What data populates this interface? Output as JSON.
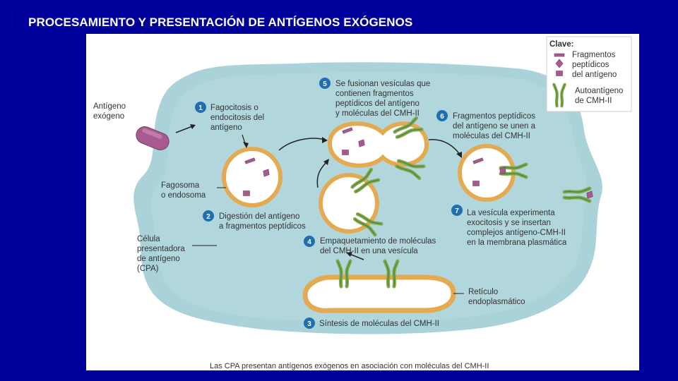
{
  "title": "PROCESAMIENTO Y PRESENTACIÓN DE ANTÍGENOS EXÓGENOS",
  "labels": {
    "antigen": [
      "Antígeno",
      "exógeno"
    ],
    "phagosome": [
      "Fagosoma",
      "o endosoma"
    ],
    "apc": [
      "Célula",
      "presentadora",
      "de antígeno",
      "(CPA)"
    ],
    "er": [
      "Retículo",
      "endoplasmático"
    ]
  },
  "steps": [
    {
      "num": "1",
      "lines": [
        "Fagocitosis o",
        "endocitosis del",
        "antígeno"
      ]
    },
    {
      "num": "2",
      "lines": [
        "Digestión del antígeno",
        "a fragmentos peptídicos"
      ]
    },
    {
      "num": "3",
      "lines": [
        "Síntesis de moléculas del CMH-II"
      ]
    },
    {
      "num": "4",
      "lines": [
        "Empaquetamiento de moléculas",
        "del CMH-II en una vesícula"
      ]
    },
    {
      "num": "5",
      "lines": [
        "Se fusionan vesículas que",
        "contienen fragmentos",
        "peptídicos del antígeno",
        "y moléculas del CMH-II"
      ]
    },
    {
      "num": "6",
      "lines": [
        "Fragmentos peptídicos",
        "del antígeno se unen a",
        "moléculas del CMH-II"
      ]
    },
    {
      "num": "7",
      "lines": [
        "La vesícula experimenta",
        "exocitosis y se insertan",
        "complejos antígeno-CMH-II",
        "en la membrana plasmática"
      ]
    }
  ],
  "key": {
    "title": "Clave:",
    "fragments": [
      "Fragmentos",
      "peptídicos",
      "del antígeno"
    ],
    "autoantigen": [
      "Autoantígeno",
      "de CMH-II"
    ]
  },
  "caption": "Las CPA presentan antígenos exógenos en asociación con moléculas del CMH-II",
  "colors": {
    "background": "#00009b",
    "cell": "#a9d3d9",
    "membrane": "#e3aa52",
    "vesicle_interior": "#ffffff",
    "antigen": "#a85a8e",
    "mhc": "#7da94f",
    "step_number": "#1f6fae"
  }
}
